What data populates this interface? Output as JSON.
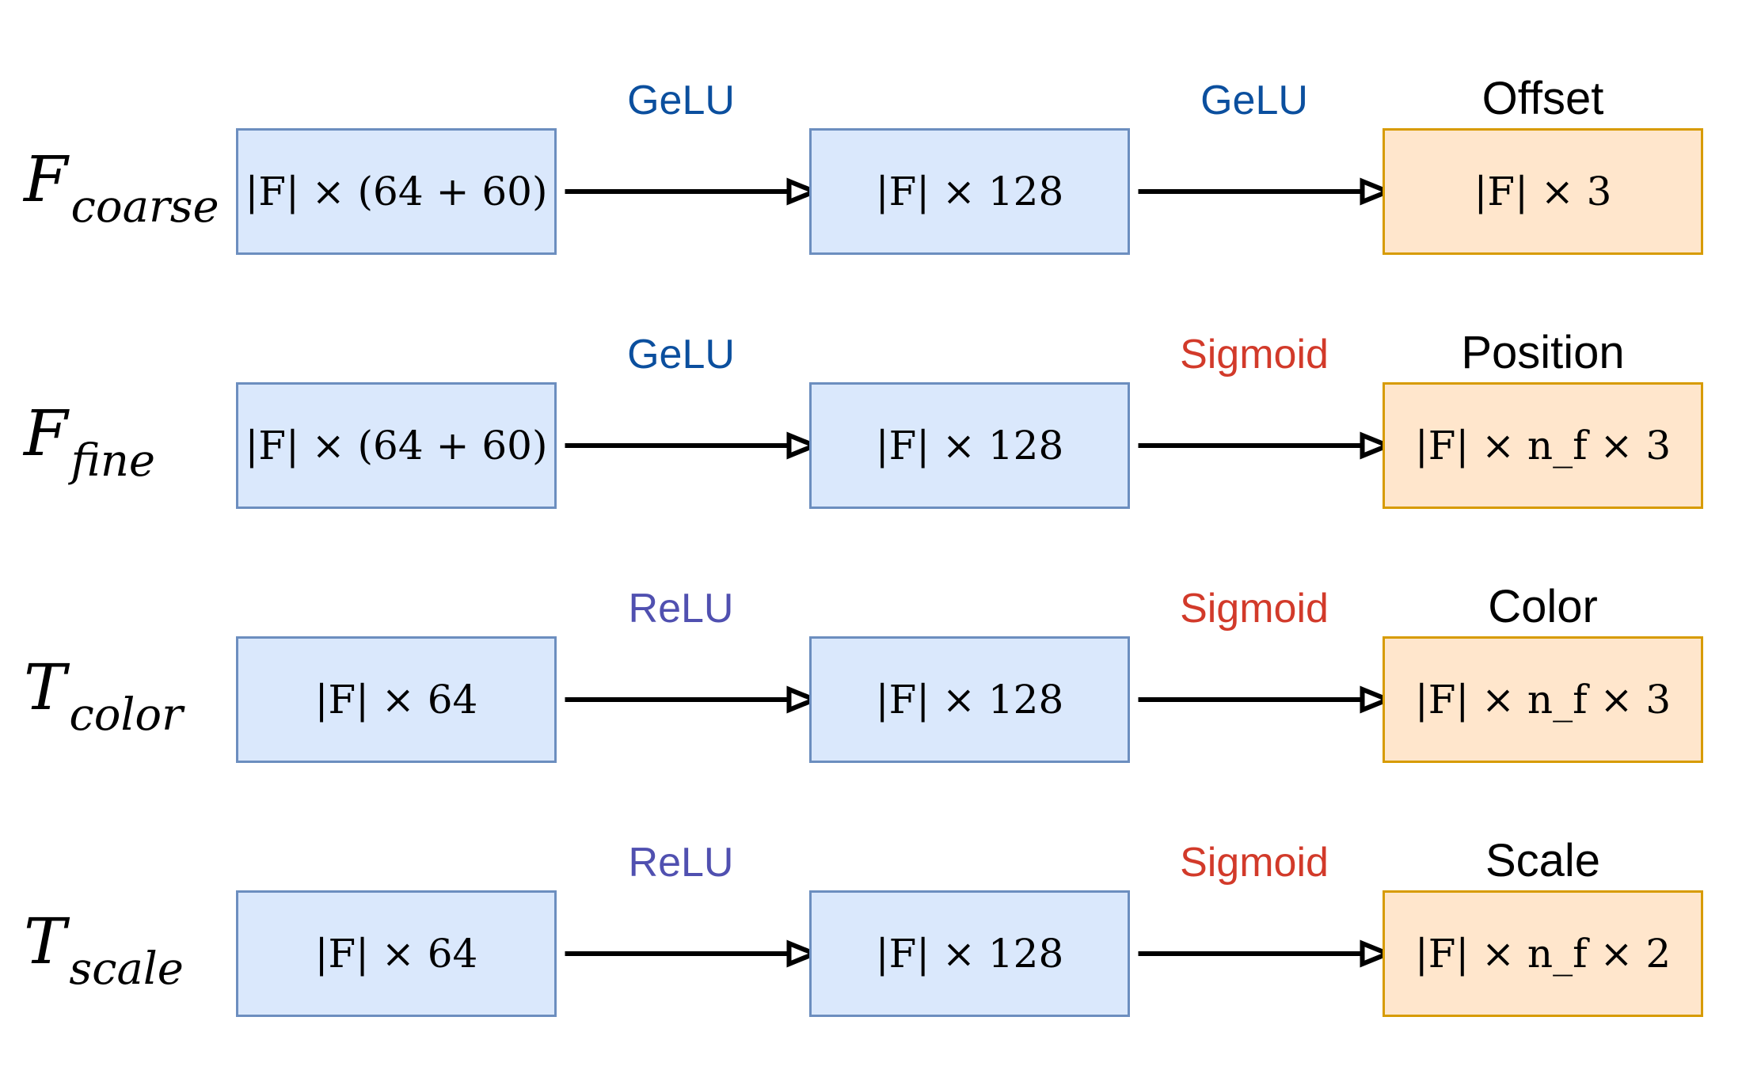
{
  "colors": {
    "gelu": "#0b4f9e",
    "relu": "#5050b0",
    "sigmoid": "#d23a2a",
    "blue_fill": "#dae8fc",
    "blue_stroke": "#6c8ebf",
    "orange_fill": "#ffe6cc",
    "orange_stroke": "#d79b00"
  },
  "rows": [
    {
      "label": {
        "symbol": "F",
        "subscript": "coarse"
      },
      "input_box": "|F| × (64 + 60)",
      "activation_1": {
        "text": "GeLU",
        "kind": "gelu"
      },
      "hidden_box": "|F| × 128",
      "activation_2": {
        "text": "GeLU",
        "kind": "gelu"
      },
      "output_title": "Offset",
      "output_box": "|F| × 3"
    },
    {
      "label": {
        "symbol": "F",
        "subscript": "fine"
      },
      "input_box": "|F| × (64 + 60)",
      "activation_1": {
        "text": "GeLU",
        "kind": "gelu"
      },
      "hidden_box": "|F| × 128",
      "activation_2": {
        "text": "Sigmoid",
        "kind": "sigmoid"
      },
      "output_title": "Position",
      "output_box": "|F| × n_f × 3"
    },
    {
      "label": {
        "symbol": "T",
        "subscript": "color"
      },
      "input_box": "|F| × 64",
      "activation_1": {
        "text": "ReLU",
        "kind": "relu"
      },
      "hidden_box": "|F| × 128",
      "activation_2": {
        "text": "Sigmoid",
        "kind": "sigmoid"
      },
      "output_title": "Color",
      "output_box": "|F| × n_f × 3"
    },
    {
      "label": {
        "symbol": "T",
        "subscript": "scale"
      },
      "input_box": "|F| × 64",
      "activation_1": {
        "text": "ReLU",
        "kind": "relu"
      },
      "hidden_box": "|F| × 128",
      "activation_2": {
        "text": "Sigmoid",
        "kind": "sigmoid"
      },
      "output_title": "Scale",
      "output_box": "|F| × n_f × 2"
    }
  ]
}
